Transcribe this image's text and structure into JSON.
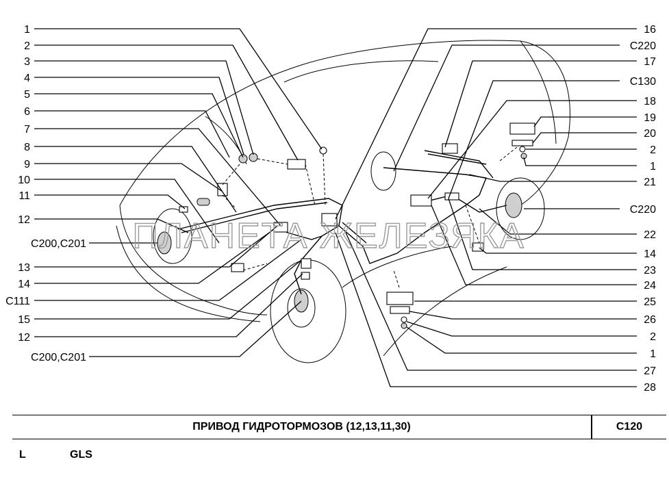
{
  "diagram": {
    "watermark": "ПЛАНЕТА ЖЕЛЕЗЯКА",
    "left_labels": [
      "1",
      "2",
      "3",
      "4",
      "5",
      "6",
      "7",
      "8",
      "9",
      "10",
      "11",
      "12",
      "C200,C201",
      "13",
      "14",
      "C111",
      "15",
      "12",
      "C200,C201"
    ],
    "right_labels": [
      "16",
      "C220",
      "17",
      "C130",
      "18",
      "19",
      "20",
      "2",
      "1",
      "21",
      "C220",
      "22",
      "14",
      "23",
      "24",
      "25",
      "26",
      "2",
      "1",
      "27",
      "28"
    ]
  },
  "title_bar": {
    "title": "ПРИВОД   ГИДРОТОРМОЗОВ (12,13,11,30)",
    "code": "C120"
  },
  "footer": {
    "left": "L",
    "right": "GLS"
  }
}
